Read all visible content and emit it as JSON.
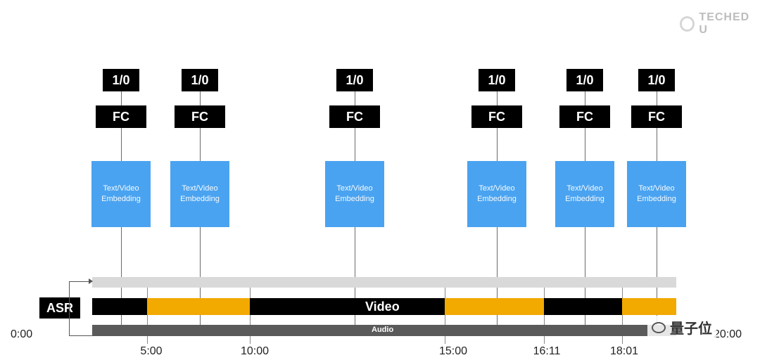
{
  "watermark_top": "TECHED U",
  "asr_label": "ASR",
  "video_label": "Video",
  "audio_label": "Audio",
  "io_label": "1/0",
  "fc_label": "FC",
  "embedding_label": "Text/Video\nEmbedding",
  "time_start": "0:00",
  "time_end": "20:00",
  "ticks": [
    "5:00",
    "10:00",
    "15:00",
    "16:11",
    "18:01"
  ],
  "watermark_bottom": "量子位",
  "colors": {
    "embedding": "#4aa3f0",
    "highlight": "#f2a900",
    "video_bar": "#000000",
    "top_bar": "#d9d9d9",
    "audio_bar": "#5a5a5a"
  }
}
